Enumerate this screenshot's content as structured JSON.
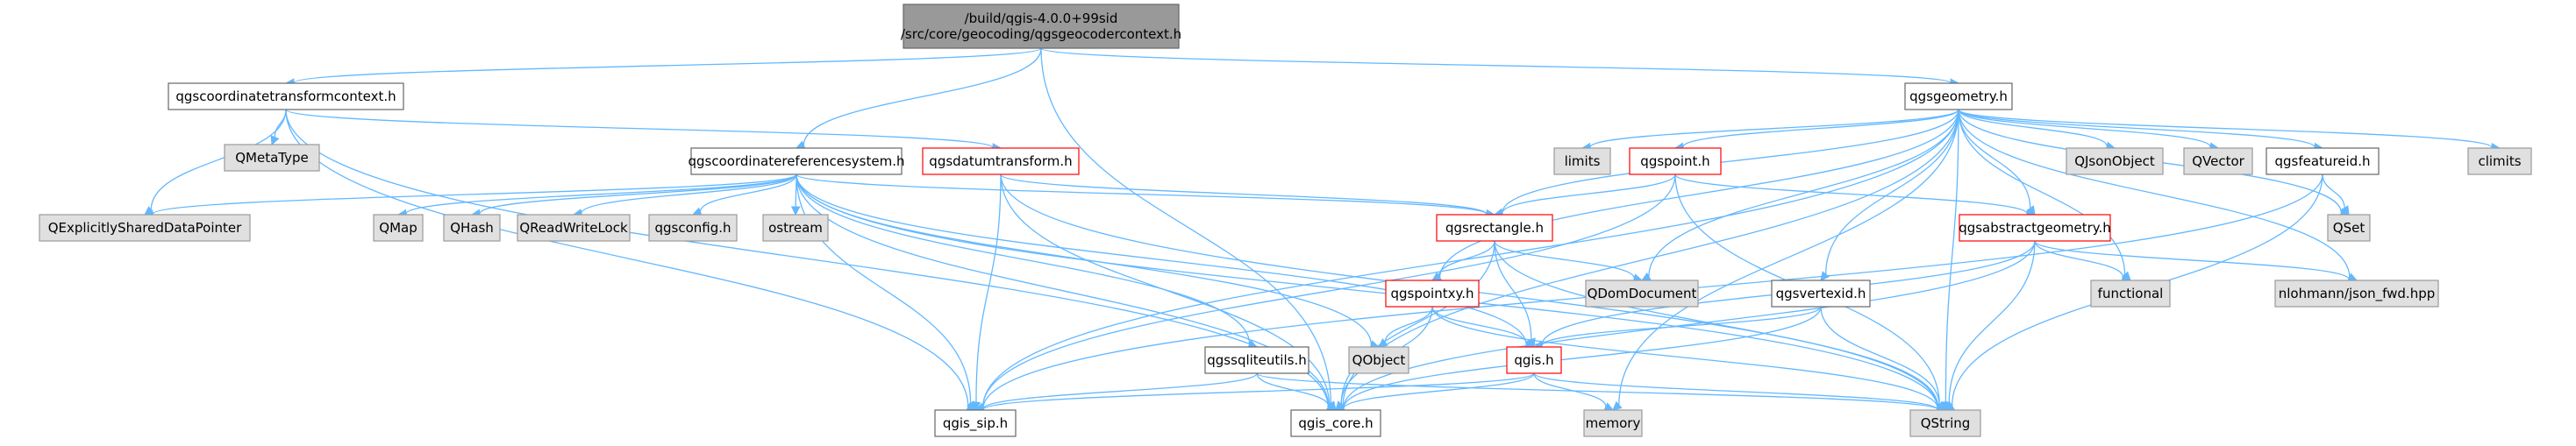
{
  "colors": {
    "edge": "#63b8ff",
    "root_fill": "#999999",
    "root_border": "#666666",
    "doc_fill": "#ffffff",
    "doc_border": "#666666",
    "truncated_border": "#ff0000",
    "external_fill": "#e0e0e0",
    "external_border": "#999999"
  },
  "nodes": [
    {
      "id": "root",
      "lines": [
        "/build/qgis-4.0.0+99sid",
        "/src/core/geocoding/qgsgeocodercontext.h"
      ],
      "kind": "root"
    },
    {
      "id": "ctc",
      "lines": [
        "qgscoordinatetransformcontext.h"
      ],
      "kind": "doc"
    },
    {
      "id": "geom",
      "lines": [
        "qgsgeometry.h"
      ],
      "kind": "doc"
    },
    {
      "id": "qmetatype",
      "lines": [
        "QMetaType"
      ],
      "kind": "external"
    },
    {
      "id": "crs",
      "lines": [
        "qgscoordinatereferencesystem.h"
      ],
      "kind": "doc"
    },
    {
      "id": "datum",
      "lines": [
        "qgsdatumtransform.h"
      ],
      "kind": "truncated"
    },
    {
      "id": "limits",
      "lines": [
        "limits"
      ],
      "kind": "external"
    },
    {
      "id": "point",
      "lines": [
        "qgspoint.h"
      ],
      "kind": "truncated"
    },
    {
      "id": "qjson",
      "lines": [
        "QJsonObject"
      ],
      "kind": "external"
    },
    {
      "id": "qvector",
      "lines": [
        "QVector"
      ],
      "kind": "external"
    },
    {
      "id": "featid",
      "lines": [
        "qgsfeatureid.h"
      ],
      "kind": "doc"
    },
    {
      "id": "climits",
      "lines": [
        "climits"
      ],
      "kind": "external"
    },
    {
      "id": "qexp",
      "lines": [
        "QExplicitlySharedDataPointer"
      ],
      "kind": "external"
    },
    {
      "id": "qmap",
      "lines": [
        "QMap"
      ],
      "kind": "external"
    },
    {
      "id": "qhash",
      "lines": [
        "QHash"
      ],
      "kind": "external"
    },
    {
      "id": "qrwlock",
      "lines": [
        "QReadWriteLock"
      ],
      "kind": "external"
    },
    {
      "id": "qgsconfig",
      "lines": [
        "qgsconfig.h"
      ],
      "kind": "external"
    },
    {
      "id": "ostream",
      "lines": [
        "ostream"
      ],
      "kind": "external"
    },
    {
      "id": "rect",
      "lines": [
        "qgsrectangle.h"
      ],
      "kind": "truncated"
    },
    {
      "id": "absgeom",
      "lines": [
        "qgsabstractgeometry.h"
      ],
      "kind": "truncated"
    },
    {
      "id": "qset",
      "lines": [
        "QSet"
      ],
      "kind": "external"
    },
    {
      "id": "pointxy",
      "lines": [
        "qgspointxy.h"
      ],
      "kind": "truncated"
    },
    {
      "id": "qdom",
      "lines": [
        "QDomDocument"
      ],
      "kind": "external"
    },
    {
      "id": "vertexid",
      "lines": [
        "qgsvertexid.h"
      ],
      "kind": "doc"
    },
    {
      "id": "functional",
      "lines": [
        "functional"
      ],
      "kind": "external"
    },
    {
      "id": "nlohmann",
      "lines": [
        "nlohmann/json_fwd.hpp"
      ],
      "kind": "external"
    },
    {
      "id": "qobject",
      "lines": [
        "QObject"
      ],
      "kind": "external"
    },
    {
      "id": "sqlite",
      "lines": [
        "qgssqliteutils.h"
      ],
      "kind": "doc"
    },
    {
      "id": "qgis",
      "lines": [
        "qgis.h"
      ],
      "kind": "truncated"
    },
    {
      "id": "sip",
      "lines": [
        "qgis_sip.h"
      ],
      "kind": "doc"
    },
    {
      "id": "core",
      "lines": [
        "qgis_core.h"
      ],
      "kind": "doc"
    },
    {
      "id": "memory",
      "lines": [
        "memory"
      ],
      "kind": "external"
    },
    {
      "id": "qstring",
      "lines": [
        "QString"
      ],
      "kind": "external"
    }
  ],
  "edges": [
    [
      "root",
      "ctc"
    ],
    [
      "root",
      "geom"
    ],
    [
      "root",
      "crs"
    ],
    [
      "root",
      "core"
    ],
    [
      "ctc",
      "qmetatype"
    ],
    [
      "ctc",
      "qexp"
    ],
    [
      "ctc",
      "datum"
    ],
    [
      "ctc",
      "sip"
    ],
    [
      "ctc",
      "core"
    ],
    [
      "geom",
      "limits"
    ],
    [
      "geom",
      "point"
    ],
    [
      "geom",
      "qjson"
    ],
    [
      "geom",
      "qvector"
    ],
    [
      "geom",
      "featid"
    ],
    [
      "geom",
      "climits"
    ],
    [
      "geom",
      "qset"
    ],
    [
      "geom",
      "nlohmann"
    ],
    [
      "geom",
      "functional"
    ],
    [
      "geom",
      "absgeom"
    ],
    [
      "geom",
      "vertexid"
    ],
    [
      "geom",
      "qdom"
    ],
    [
      "geom",
      "pointxy"
    ],
    [
      "geom",
      "rect"
    ],
    [
      "geom",
      "core"
    ],
    [
      "geom",
      "sip"
    ],
    [
      "geom",
      "memory"
    ],
    [
      "geom",
      "qstring"
    ],
    [
      "crs",
      "qexp"
    ],
    [
      "crs",
      "qmap"
    ],
    [
      "crs",
      "qhash"
    ],
    [
      "crs",
      "qrwlock"
    ],
    [
      "crs",
      "qgsconfig"
    ],
    [
      "crs",
      "ostream"
    ],
    [
      "crs",
      "rect"
    ],
    [
      "crs",
      "sqlite"
    ],
    [
      "crs",
      "qobject"
    ],
    [
      "crs",
      "qgis"
    ],
    [
      "crs",
      "sip"
    ],
    [
      "crs",
      "core"
    ],
    [
      "crs",
      "qstring"
    ],
    [
      "datum",
      "rect"
    ],
    [
      "datum",
      "sip"
    ],
    [
      "datum",
      "core"
    ],
    [
      "datum",
      "qstring"
    ],
    [
      "point",
      "rect"
    ],
    [
      "point",
      "absgeom"
    ],
    [
      "point",
      "sip"
    ],
    [
      "point",
      "qstring"
    ],
    [
      "featid",
      "qset"
    ],
    [
      "featid",
      "qstring"
    ],
    [
      "featid",
      "sip"
    ],
    [
      "rect",
      "qdom"
    ],
    [
      "rect",
      "pointxy"
    ],
    [
      "rect",
      "qgis"
    ],
    [
      "rect",
      "core"
    ],
    [
      "rect",
      "qstring"
    ],
    [
      "absgeom",
      "functional"
    ],
    [
      "absgeom",
      "nlohmann"
    ],
    [
      "absgeom",
      "qgis"
    ],
    [
      "absgeom",
      "core"
    ],
    [
      "absgeom",
      "qstring"
    ],
    [
      "pointxy",
      "qobject"
    ],
    [
      "pointxy",
      "qgis"
    ],
    [
      "pointxy",
      "core"
    ],
    [
      "pointxy",
      "qstring"
    ],
    [
      "vertexid",
      "qgis"
    ],
    [
      "vertexid",
      "core"
    ],
    [
      "vertexid",
      "qstring"
    ],
    [
      "sqlite",
      "sip"
    ],
    [
      "sqlite",
      "core"
    ],
    [
      "sqlite",
      "qstring"
    ],
    [
      "qgis",
      "sip"
    ],
    [
      "qgis",
      "core"
    ],
    [
      "qgis",
      "memory"
    ],
    [
      "qgis",
      "qstring"
    ]
  ]
}
